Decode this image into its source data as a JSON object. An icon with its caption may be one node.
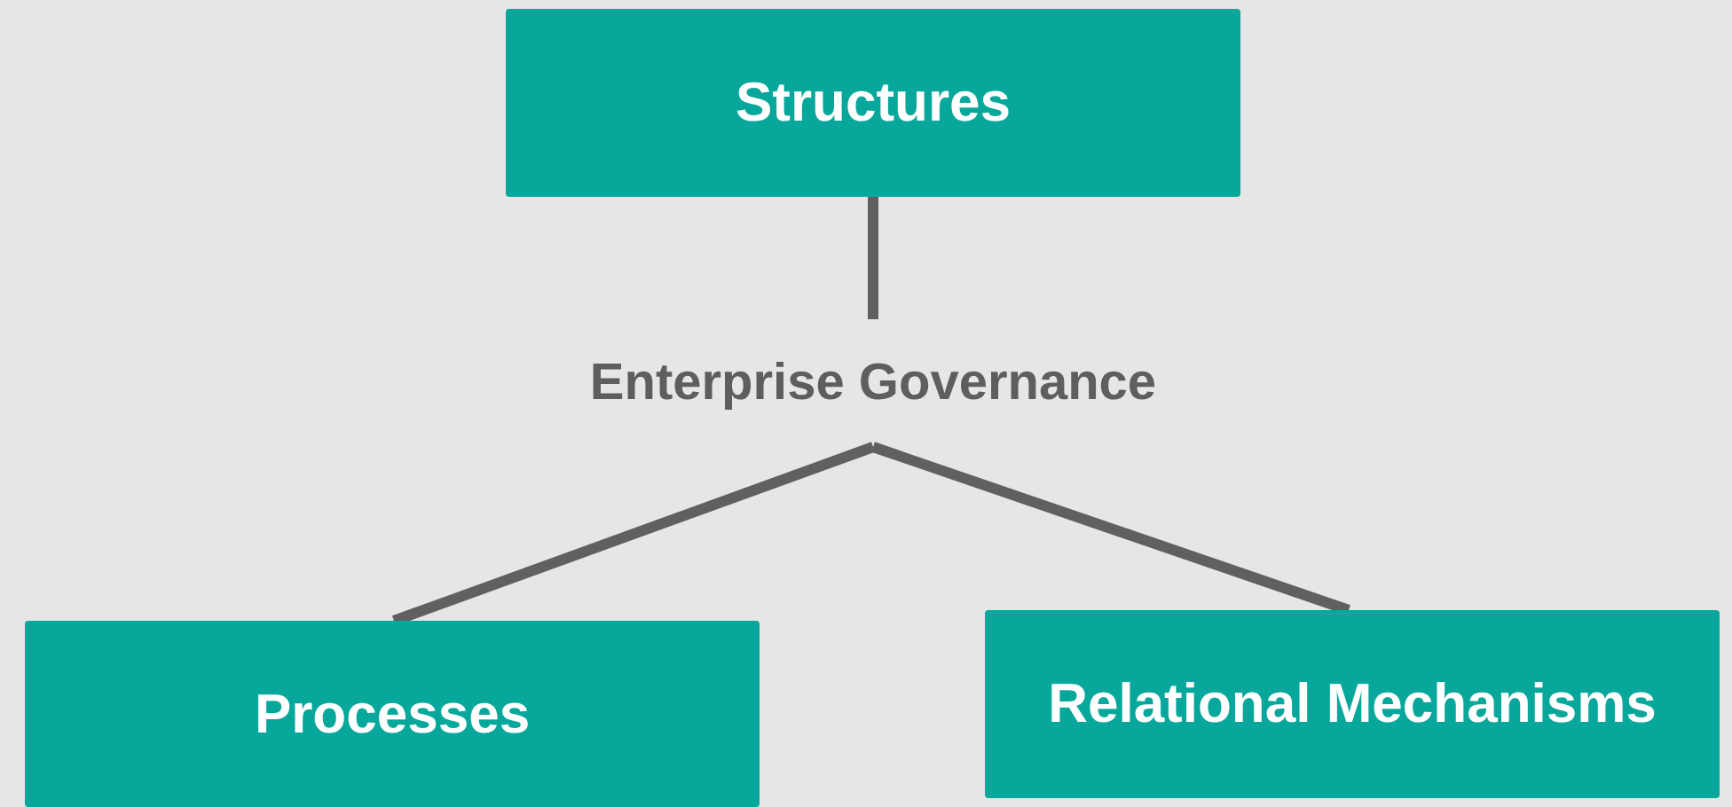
{
  "diagram": {
    "nodes": [
      {
        "text": [
          "Structures"
        ]
      },
      {
        "text": [
          "Enterprise Governance"
        ]
      },
      {
        "text": [
          "Processes"
        ]
      },
      {
        "text": [
          "Relational Mechanisms"
        ]
      }
    ],
    "edges": [
      {
        "from": 0,
        "to": 1,
        "arrow": "none"
      },
      {
        "from": 1,
        "to": 2,
        "arrow": "none"
      },
      {
        "from": 1,
        "to": 3,
        "arrow": "none"
      }
    ]
  }
}
